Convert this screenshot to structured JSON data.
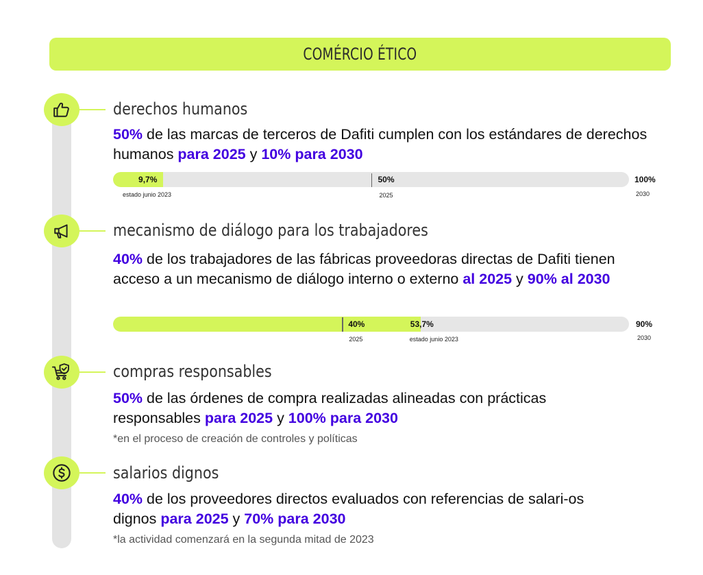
{
  "header": {
    "title": "COMÉRCIO ÉTICO"
  },
  "colors": {
    "accent": "#d4f55a",
    "highlight": "#4200e0",
    "track": "#e3e3e3"
  },
  "sections": [
    {
      "icon": "thumbs-up-icon",
      "title": "derechos humanos",
      "desc": [
        {
          "t": "50%",
          "hl": true
        },
        {
          "t": " de las marcas de terceros de Dafiti cumplen con los estándares de derechos humanos ",
          "hl": false
        },
        {
          "t": "para 2025",
          "hl": true
        },
        {
          "t": " y ",
          "hl": false
        },
        {
          "t": "10% para 2030",
          "hl": true
        }
      ],
      "progress": {
        "current": 0.097,
        "target": 0.5,
        "current_label": "9,7%",
        "current_sublabel": "estado junio 2023",
        "target_label": "50%",
        "target_sublabel": "2025",
        "end_label": "100%",
        "end_sublabel": "2030"
      }
    },
    {
      "icon": "megaphone-icon",
      "title": "mecanismo de diálogo para los trabajadores",
      "desc": [
        {
          "t": "40%",
          "hl": true
        },
        {
          "t": " de los trabajadores de las fábricas proveedoras directas de Dafiti tienen acceso a un mecanismo de diálogo interno o externo ",
          "hl": false
        },
        {
          "t": "al 2025",
          "hl": true
        },
        {
          "t": " y ",
          "hl": false
        },
        {
          "t": "90% al 2030",
          "hl": true
        }
      ],
      "progress": {
        "current": 0.596,
        "target": 0.444,
        "current_label": "53,7%",
        "current_sublabel": "estado junio 2023",
        "target_label": "40%",
        "target_sublabel": "2025",
        "end_label": "90%",
        "end_sublabel": "2030"
      }
    },
    {
      "icon": "cart-shield-icon",
      "title": "compras responsables",
      "desc": [
        {
          "t": "50%",
          "hl": true
        },
        {
          "t": " de las órdenes de compra realizadas alineadas con prácticas responsables ",
          "hl": false
        },
        {
          "t": "para 2025",
          "hl": true
        },
        {
          "t": " y ",
          "hl": false
        },
        {
          "t": "100% para 2030",
          "hl": true
        }
      ],
      "note": "*en el proceso de creación de controles y políticas"
    },
    {
      "icon": "dollar-coin-icon",
      "title": "salarios dignos",
      "desc": [
        {
          "t": "40%",
          "hl": true
        },
        {
          "t": " de los proveedores directos evaluados con referencias de salari-os dignos ",
          "hl": false
        },
        {
          "t": "para 2025",
          "hl": true
        },
        {
          "t": " y ",
          "hl": false
        },
        {
          "t": "70% para 2030",
          "hl": true
        }
      ],
      "note": "*la actividad comenzará en la segunda mitad de 2023"
    }
  ]
}
